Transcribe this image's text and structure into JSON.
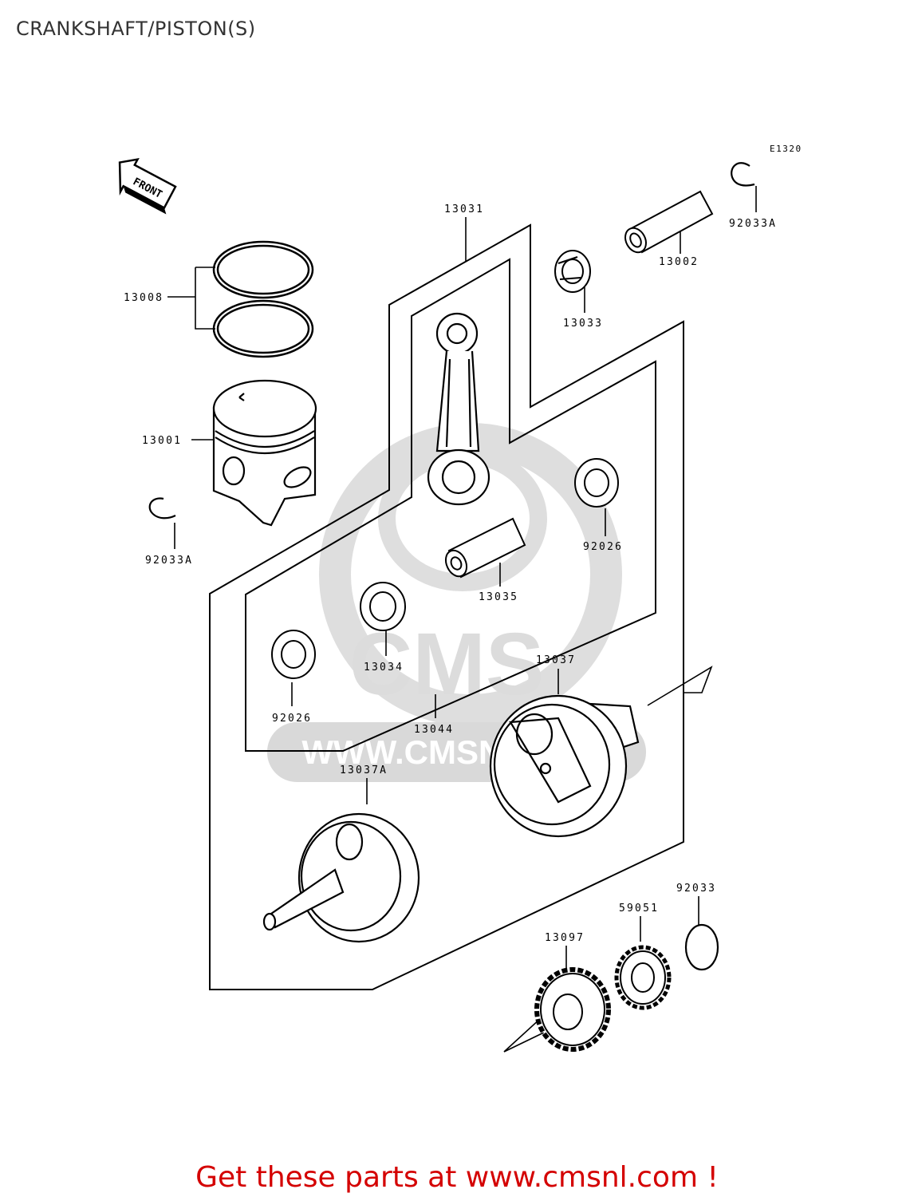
{
  "title": "CRANKSHAFT/PISTON(S)",
  "diagram_code": "E1320",
  "front_arrow_label": "FRONT",
  "watermark": {
    "logo_text": "CMS",
    "url_text": "WWW.CMSNL.COM"
  },
  "part_labels": {
    "p13031": "13031",
    "p13002": "13002",
    "p92033A_top": "92033A",
    "p13008": "13008",
    "p13033": "13033",
    "p13001": "13001",
    "p92033A_left": "92033A",
    "p92026_right": "92026",
    "p13035": "13035",
    "p13034": "13034",
    "p13037": "13037",
    "p92026_left": "92026",
    "p13044": "13044",
    "p13037A": "13037A",
    "p92033": "92033",
    "p59051": "59051",
    "p13097": "13097"
  },
  "footer": "Get these parts at www.cmsnl.com !"
}
